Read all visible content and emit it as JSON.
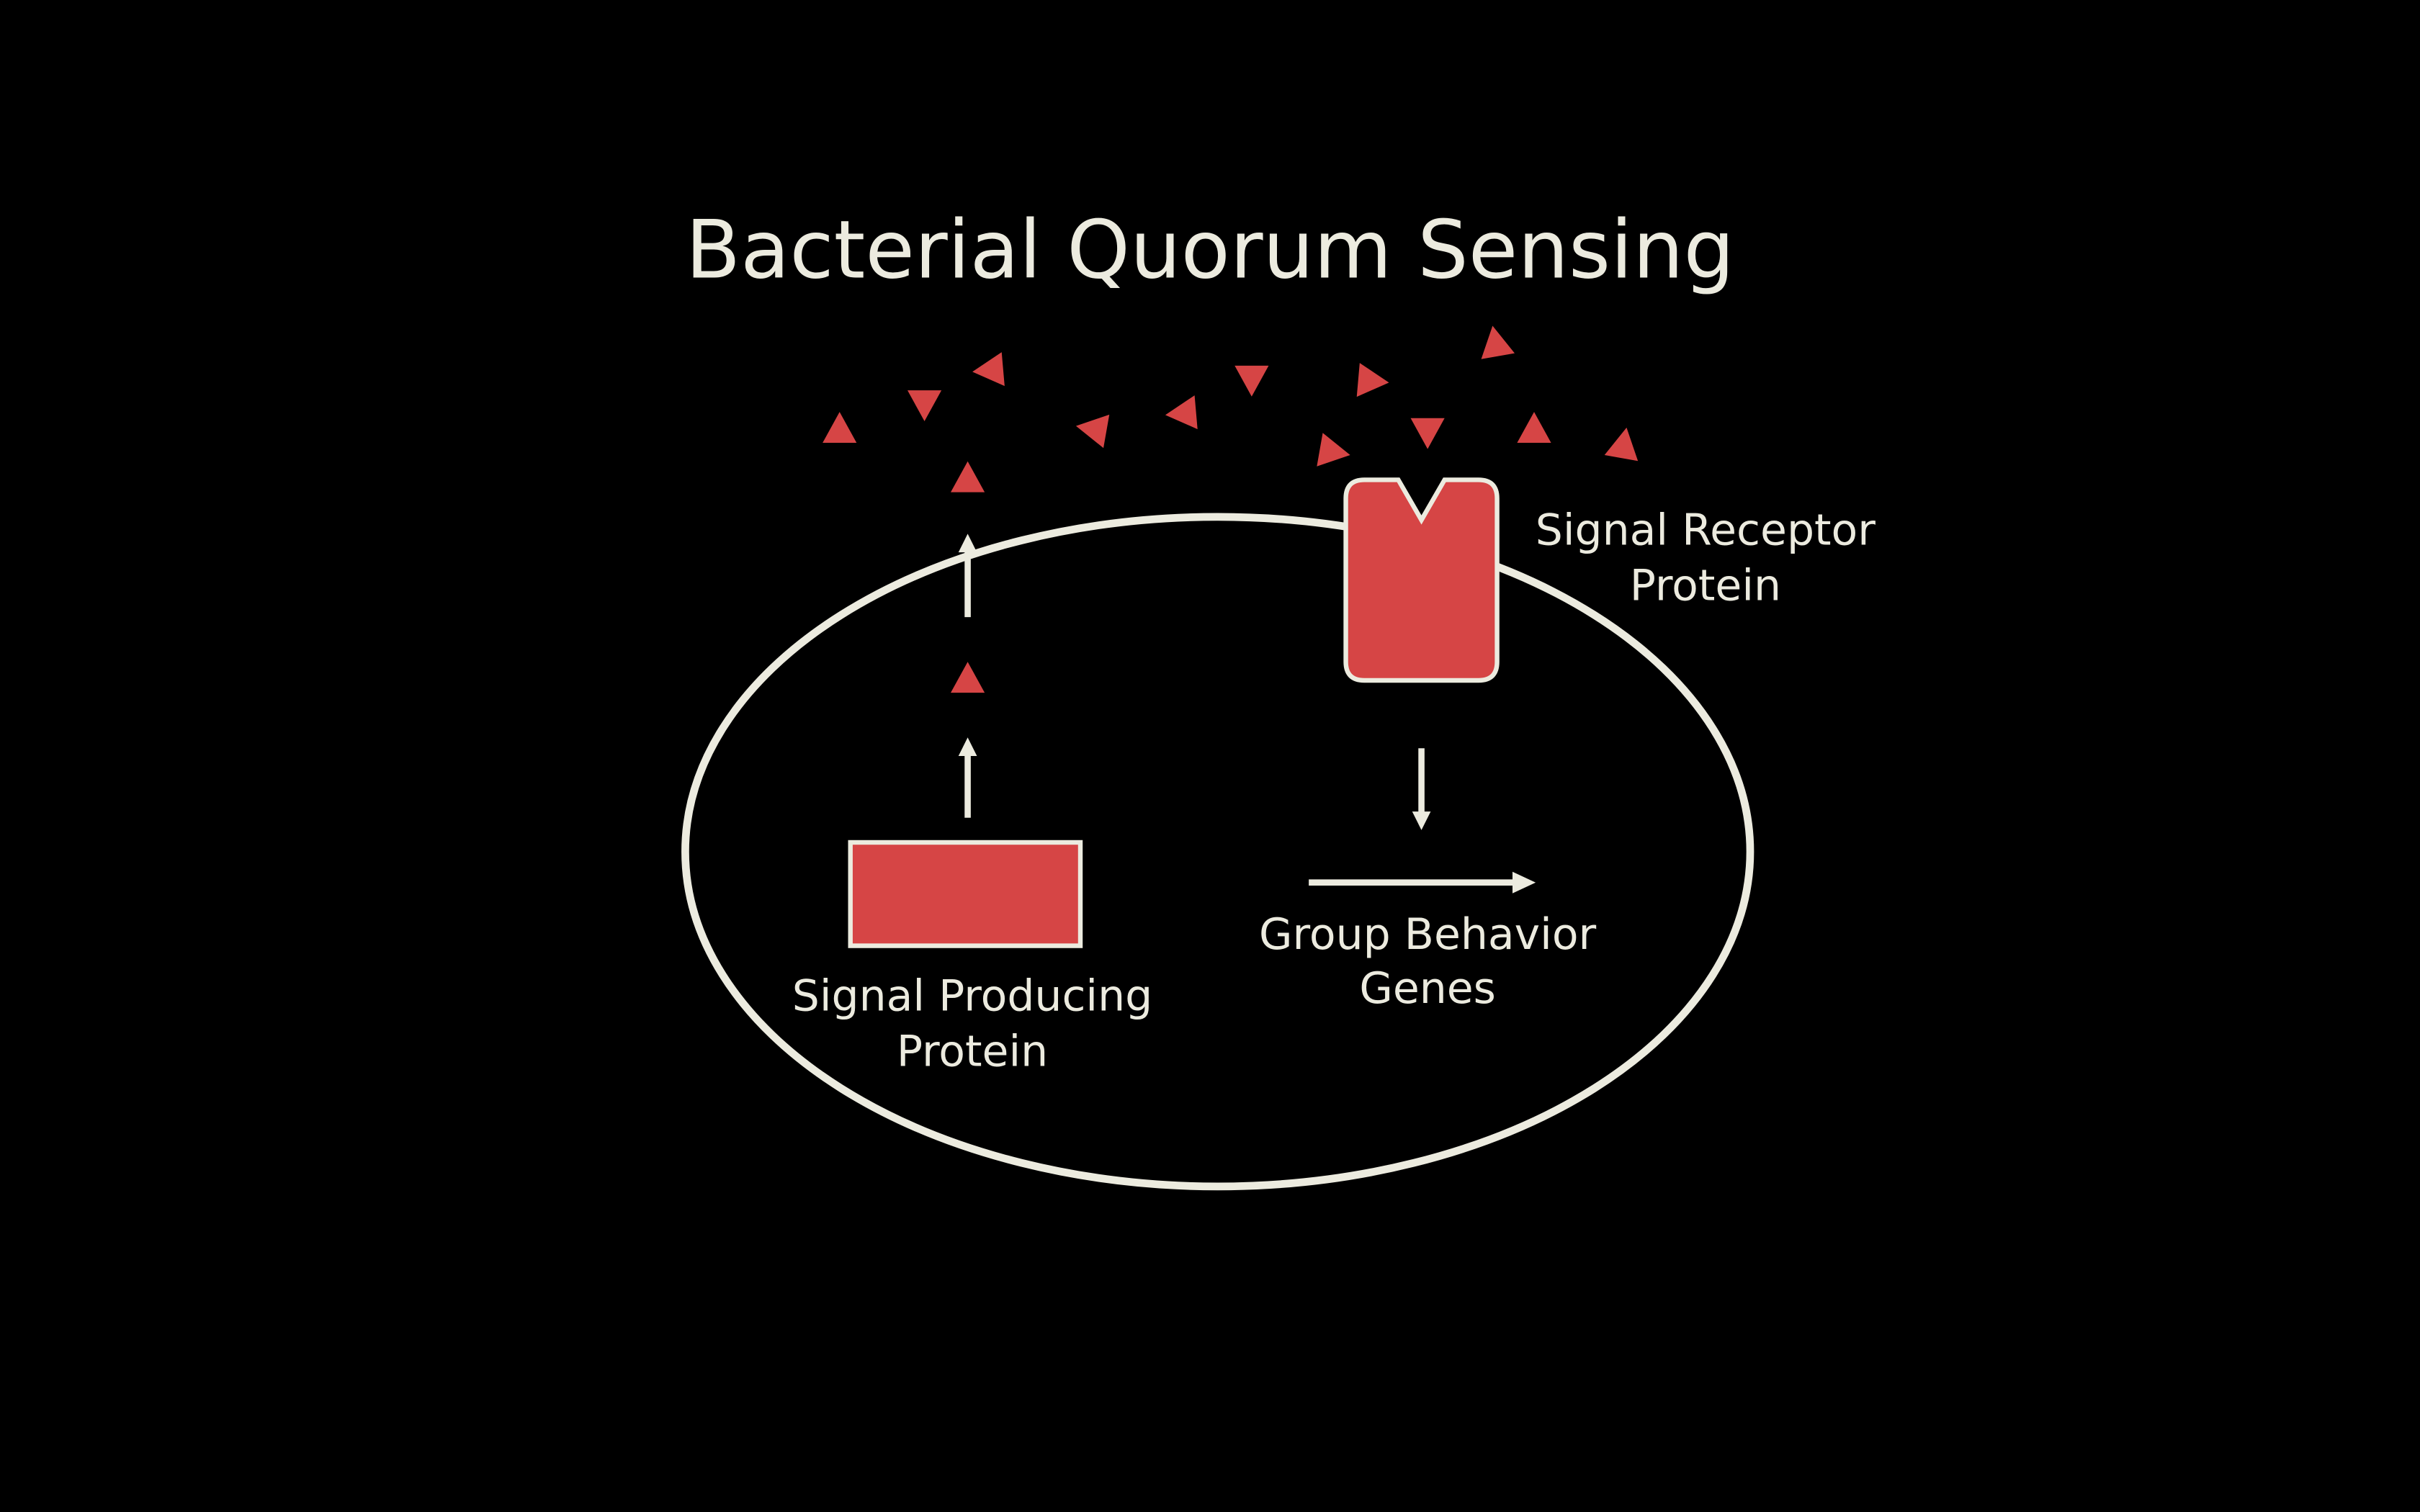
{
  "slide": {
    "title": "Bacterial Quorum Sensing",
    "receptor_label": [
      "Signal Receptor",
      "Protein"
    ],
    "producer_label": [
      "Signal Producing",
      "Protein"
    ],
    "genes_label": [
      "Group Behavior",
      "Genes"
    ]
  },
  "colors": {
    "background": "#000000",
    "protein": "#d64545",
    "outline": "#ecebdf",
    "text": "#ecebdf"
  }
}
